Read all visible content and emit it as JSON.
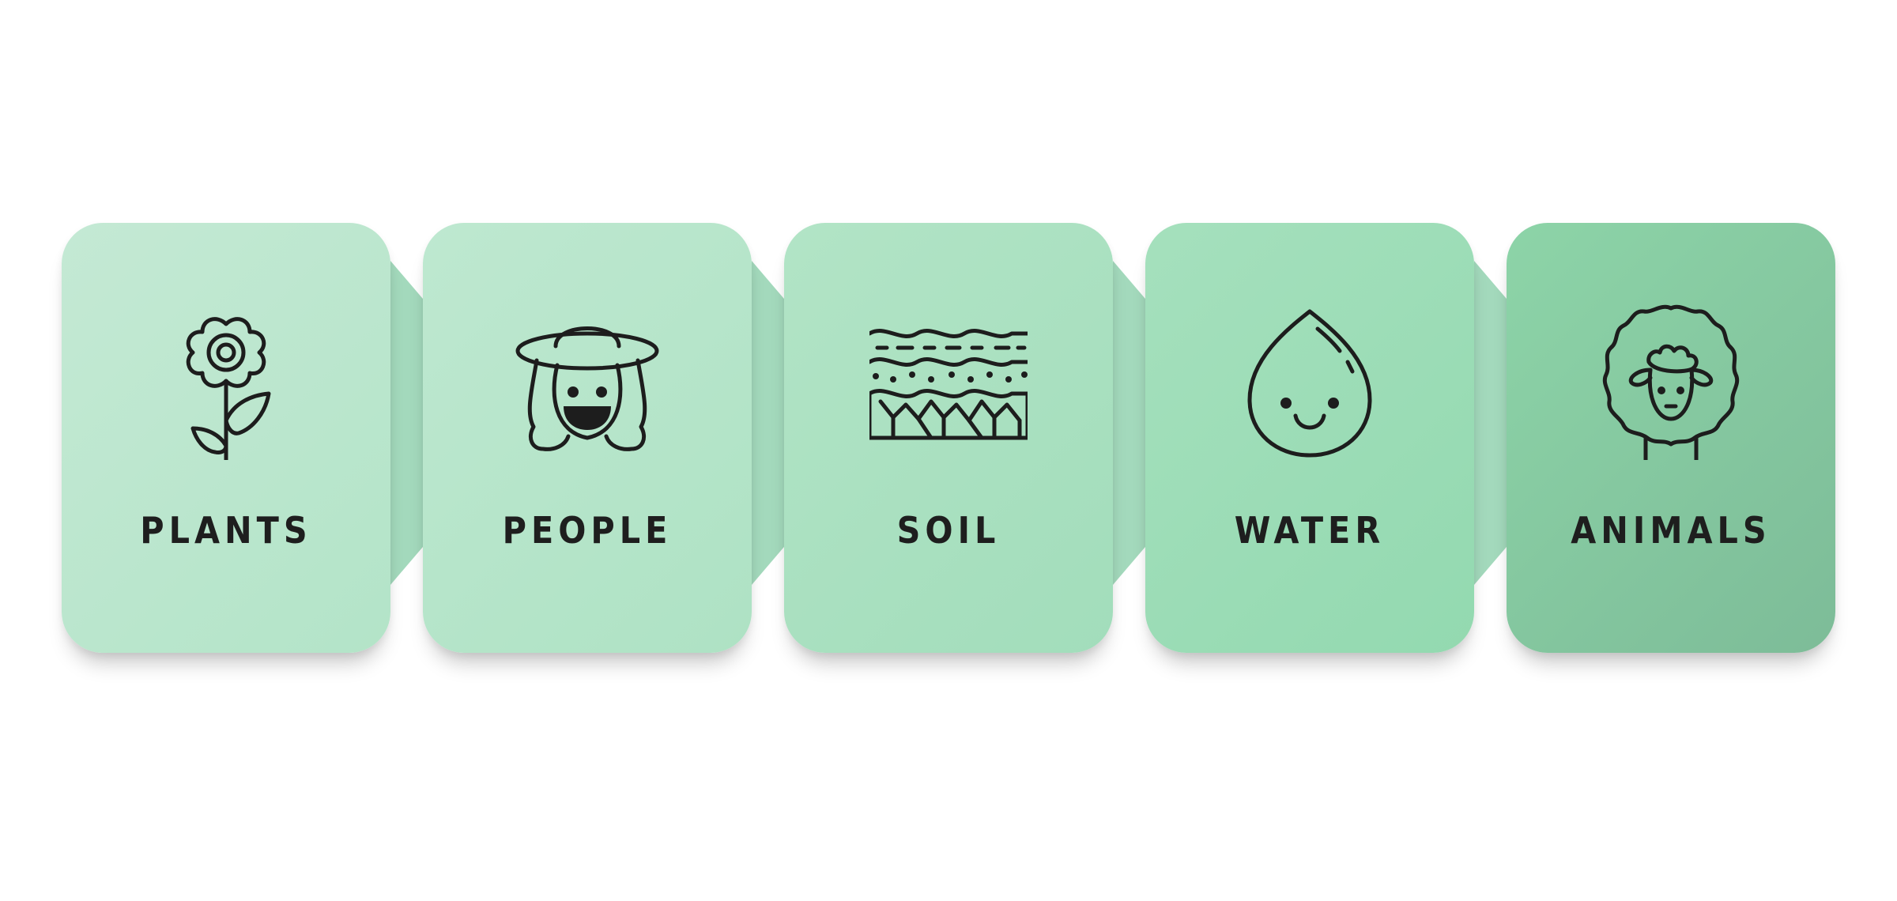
{
  "items": [
    {
      "label": "PLANTS",
      "icon": "flower-icon",
      "color_from": "#c4e9d4",
      "color_to": "#b3e4c8"
    },
    {
      "label": "PEOPLE",
      "icon": "farmer-icon",
      "color_from": "#bee8d0",
      "color_to": "#aee2c4"
    },
    {
      "label": "SOIL",
      "icon": "soil-layers-icon",
      "color_from": "#b2e4c6",
      "color_to": "#a2ddbb"
    },
    {
      "label": "WATER",
      "icon": "water-drop-icon",
      "color_from": "#a5e0bd",
      "color_to": "#93d9b0"
    },
    {
      "label": "ANIMALS",
      "icon": "sheep-icon",
      "color_from": "#8dd4a8",
      "color_to": "#7dbc98"
    }
  ]
}
